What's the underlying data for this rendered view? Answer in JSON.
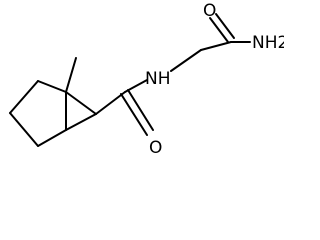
{
  "molecule": {
    "atom_labels": {
      "amide_o_top": "O",
      "amide_nh2": "NH2",
      "amide_nh": "NH",
      "amide_o_bottom": "O"
    }
  },
  "colors": {
    "bond": "#000000",
    "label": "#000000",
    "background": "#ffffff"
  }
}
